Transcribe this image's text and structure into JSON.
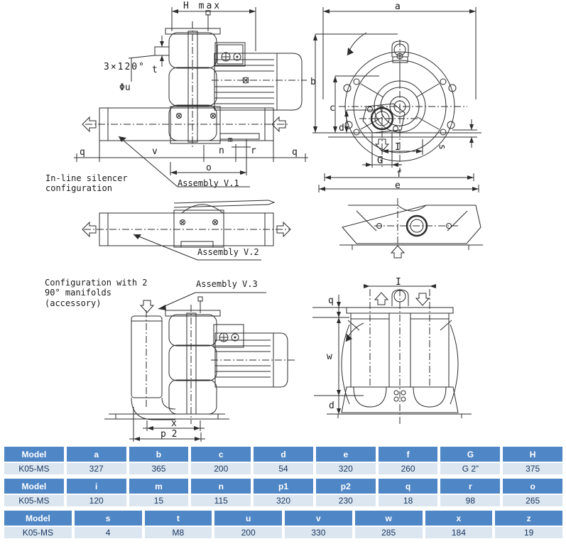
{
  "colors": {
    "table_header_bg": "#4f86c6",
    "table_row_bg": "#dce6f1",
    "table_header_text": "#ffffff",
    "table_row_text": "#17365d",
    "line_color": "#2b2b2b"
  },
  "drawings": {
    "side_view": {
      "dim_h_max": "H max",
      "dim_angle": "3×120°",
      "dim_t": "t",
      "dim_phi_u": "Φu",
      "dim_q_left": "q",
      "dim_v": "v",
      "dim_n": "n",
      "dim_m": "m",
      "dim_r": "r",
      "dim_q_right": "q",
      "dim_o": "o",
      "caption": "In-line silencer\nconfiguration",
      "assembly_label": "Assembly V.1"
    },
    "front_view": {
      "dim_a": "a",
      "dim_b": "b",
      "dim_c": "c",
      "dim_d": "d",
      "dim_i": "I",
      "dim_g": "G",
      "dim_f": "f",
      "dim_e": "e",
      "dim_s": "s"
    },
    "silencer_assembly": {
      "assembly_label": "Assembly V.2"
    },
    "manifold_side_view": {
      "caption": "Configuration with 2\n90° manifolds\n(accessory)",
      "assembly_label": "Assembly V.3",
      "dim_x": "x",
      "dim_p2": "p 2"
    },
    "manifold_front_view": {
      "dim_i": "I",
      "dim_q": "q",
      "dim_w": "w",
      "dim_d": "d"
    }
  },
  "table": {
    "groups": [
      {
        "headers": [
          "Model",
          "a",
          "b",
          "c",
          "d",
          "e",
          "f",
          "G",
          "H"
        ],
        "values": [
          "K05-MS",
          "327",
          "365",
          "200",
          "54",
          "320",
          "260",
          "G 2”",
          "375"
        ]
      },
      {
        "headers": [
          "Model",
          "i",
          "m",
          "n",
          "p1",
          "p2",
          "q",
          "r",
          "o"
        ],
        "values": [
          "K05-MS",
          "120",
          "15",
          "115",
          "320",
          "230",
          "18",
          "98",
          "265"
        ]
      },
      {
        "headers": [
          "Model",
          "s",
          "t",
          "u",
          "v",
          "w",
          "x",
          "z"
        ],
        "values": [
          "K05-MS",
          "4",
          "M8",
          "200",
          "330",
          "285",
          "184",
          "19"
        ]
      }
    ]
  }
}
